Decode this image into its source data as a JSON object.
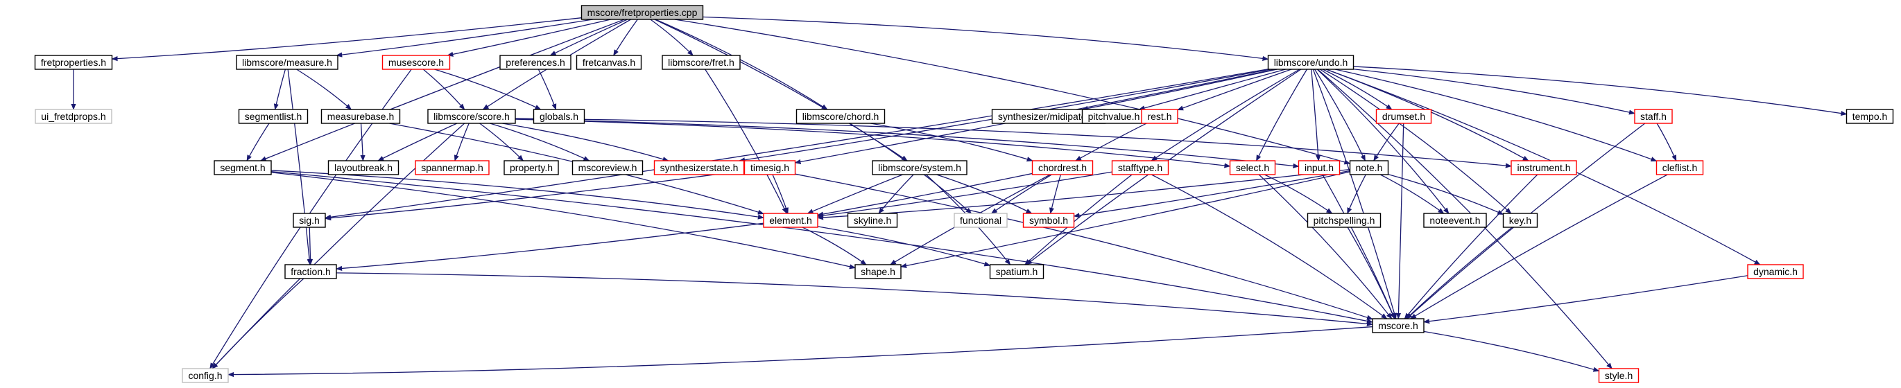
{
  "colors": {
    "edge": "#191970",
    "border_documented": "#000000",
    "border_undocumented": "#ff0000",
    "border_external": "#bfbfbf",
    "root_fill": "#bfbfbf",
    "label_external": "#9a9a9a"
  },
  "nodes": [
    {
      "id": "root",
      "label": "mscore/fretproperties.cpp",
      "kind": "root"
    },
    {
      "id": "fretproperties_h",
      "label": "fretproperties.h",
      "kind": "documented"
    },
    {
      "id": "ui_fretdprops_h",
      "label": "ui_fretdprops.h",
      "kind": "external"
    },
    {
      "id": "measure_h",
      "label": "libmscore/measure.h",
      "kind": "documented"
    },
    {
      "id": "musescore_h",
      "label": "musescore.h",
      "kind": "undocumented"
    },
    {
      "id": "preferences_h",
      "label": "preferences.h",
      "kind": "documented"
    },
    {
      "id": "fretcanvas_h",
      "label": "fretcanvas.h",
      "kind": "documented"
    },
    {
      "id": "fret_h",
      "label": "libmscore/fret.h",
      "kind": "documented"
    },
    {
      "id": "undo_h",
      "label": "libmscore/undo.h",
      "kind": "documented"
    },
    {
      "id": "segmentlist_h",
      "label": "segmentlist.h",
      "kind": "documented"
    },
    {
      "id": "measurebase_h",
      "label": "measurebase.h",
      "kind": "documented"
    },
    {
      "id": "score_h",
      "label": "libmscore/score.h",
      "kind": "documented"
    },
    {
      "id": "globals_h",
      "label": "globals.h",
      "kind": "documented"
    },
    {
      "id": "chord_h",
      "label": "libmscore/chord.h",
      "kind": "documented"
    },
    {
      "id": "midipatch_h",
      "label": "synthesizer/midipatch.h",
      "kind": "documented"
    },
    {
      "id": "pitchvalue_h",
      "label": "pitchvalue.h",
      "kind": "documented"
    },
    {
      "id": "rest_h",
      "label": "rest.h",
      "kind": "undocumented"
    },
    {
      "id": "drumset_h",
      "label": "drumset.h",
      "kind": "undocumented"
    },
    {
      "id": "staff_h",
      "label": "staff.h",
      "kind": "undocumented"
    },
    {
      "id": "tempo_h",
      "label": "tempo.h",
      "kind": "documented"
    },
    {
      "id": "segment_h",
      "label": "segment.h",
      "kind": "documented"
    },
    {
      "id": "layoutbreak_h",
      "label": "layoutbreak.h",
      "kind": "documented"
    },
    {
      "id": "spannermap_h",
      "label": "spannermap.h",
      "kind": "undocumented"
    },
    {
      "id": "property_h",
      "label": "property.h",
      "kind": "documented"
    },
    {
      "id": "mscoreview_h",
      "label": "mscoreview.h",
      "kind": "documented"
    },
    {
      "id": "synthesizerstate_h",
      "label": "synthesizerstate.h",
      "kind": "undocumented"
    },
    {
      "id": "timesig_h",
      "label": "timesig.h",
      "kind": "undocumented"
    },
    {
      "id": "system_h",
      "label": "libmscore/system.h",
      "kind": "documented"
    },
    {
      "id": "chordrest_h",
      "label": "chordrest.h",
      "kind": "undocumented"
    },
    {
      "id": "stafftype_h",
      "label": "stafftype.h",
      "kind": "undocumented"
    },
    {
      "id": "select_h",
      "label": "select.h",
      "kind": "undocumented"
    },
    {
      "id": "input_h",
      "label": "input.h",
      "kind": "undocumented"
    },
    {
      "id": "note_h",
      "label": "note.h",
      "kind": "documented"
    },
    {
      "id": "instrument_h",
      "label": "instrument.h",
      "kind": "undocumented"
    },
    {
      "id": "cleflist_h",
      "label": "cleflist.h",
      "kind": "undocumented"
    },
    {
      "id": "sig_h",
      "label": "sig.h",
      "kind": "documented"
    },
    {
      "id": "element_h",
      "label": "element.h",
      "kind": "undocumented"
    },
    {
      "id": "skyline_h",
      "label": "skyline.h",
      "kind": "documented"
    },
    {
      "id": "functional",
      "label": "functional",
      "kind": "external"
    },
    {
      "id": "symbol_h",
      "label": "symbol.h",
      "kind": "undocumented"
    },
    {
      "id": "pitchspelling_h",
      "label": "pitchspelling.h",
      "kind": "documented"
    },
    {
      "id": "noteevent_h",
      "label": "noteevent.h",
      "kind": "documented"
    },
    {
      "id": "key_h",
      "label": "key.h",
      "kind": "documented"
    },
    {
      "id": "fraction_h",
      "label": "fraction.h",
      "kind": "documented"
    },
    {
      "id": "shape_h",
      "label": "shape.h",
      "kind": "documented"
    },
    {
      "id": "spatium_h",
      "label": "spatium.h",
      "kind": "documented"
    },
    {
      "id": "dynamic_h",
      "label": "dynamic.h",
      "kind": "undocumented"
    },
    {
      "id": "mscore_h",
      "label": "mscore.h",
      "kind": "documented"
    },
    {
      "id": "config_h",
      "label": "config.h",
      "kind": "external"
    },
    {
      "id": "style_h",
      "label": "style.h",
      "kind": "undocumented"
    }
  ],
  "edges": [
    [
      "root",
      "fretproperties_h"
    ],
    [
      "root",
      "measure_h"
    ],
    [
      "root",
      "musescore_h"
    ],
    [
      "root",
      "preferences_h"
    ],
    [
      "root",
      "fretcanvas_h"
    ],
    [
      "root",
      "fret_h"
    ],
    [
      "root",
      "undo_h"
    ],
    [
      "root",
      "score_h"
    ],
    [
      "root",
      "segment_h"
    ],
    [
      "root",
      "chord_h"
    ],
    [
      "root",
      "system_h"
    ],
    [
      "root",
      "note_h"
    ],
    [
      "fretproperties_h",
      "ui_fretdprops_h"
    ],
    [
      "measure_h",
      "segmentlist_h"
    ],
    [
      "measure_h",
      "measurebase_h"
    ],
    [
      "measure_h",
      "fraction_h"
    ],
    [
      "musescore_h",
      "score_h"
    ],
    [
      "musescore_h",
      "globals_h"
    ],
    [
      "musescore_h",
      "config_h"
    ],
    [
      "preferences_h",
      "globals_h"
    ],
    [
      "fret_h",
      "element_h"
    ],
    [
      "undo_h",
      "midipatch_h"
    ],
    [
      "undo_h",
      "pitchvalue_h"
    ],
    [
      "undo_h",
      "rest_h"
    ],
    [
      "undo_h",
      "drumset_h"
    ],
    [
      "undo_h",
      "staff_h"
    ],
    [
      "undo_h",
      "tempo_h"
    ],
    [
      "undo_h",
      "synthesizerstate_h"
    ],
    [
      "undo_h",
      "timesig_h"
    ],
    [
      "undo_h",
      "stafftype_h"
    ],
    [
      "undo_h",
      "select_h"
    ],
    [
      "undo_h",
      "input_h"
    ],
    [
      "undo_h",
      "note_h"
    ],
    [
      "undo_h",
      "instrument_h"
    ],
    [
      "undo_h",
      "cleflist_h"
    ],
    [
      "undo_h",
      "noteevent_h"
    ],
    [
      "undo_h",
      "key_h"
    ],
    [
      "undo_h",
      "dynamic_h"
    ],
    [
      "undo_h",
      "mscore_h"
    ],
    [
      "undo_h",
      "style_h"
    ],
    [
      "undo_h",
      "spatium_h"
    ],
    [
      "undo_h",
      "sig_h"
    ],
    [
      "segmentlist_h",
      "segment_h"
    ],
    [
      "measurebase_h",
      "layoutbreak_h"
    ],
    [
      "measurebase_h",
      "element_h"
    ],
    [
      "score_h",
      "layoutbreak_h"
    ],
    [
      "score_h",
      "spannermap_h"
    ],
    [
      "score_h",
      "property_h"
    ],
    [
      "score_h",
      "mscoreview_h"
    ],
    [
      "score_h",
      "synthesizerstate_h"
    ],
    [
      "score_h",
      "select_h"
    ],
    [
      "score_h",
      "input_h"
    ],
    [
      "score_h",
      "instrument_h"
    ],
    [
      "score_h",
      "config_h"
    ],
    [
      "chord_h",
      "chordrest_h"
    ],
    [
      "chord_h",
      "functional"
    ],
    [
      "rest_h",
      "chordrest_h"
    ],
    [
      "drumset_h",
      "note_h"
    ],
    [
      "drumset_h",
      "mscore_h"
    ],
    [
      "staff_h",
      "cleflist_h"
    ],
    [
      "staff_h",
      "mscore_h"
    ],
    [
      "segment_h",
      "element_h"
    ],
    [
      "segment_h",
      "shape_h"
    ],
    [
      "segment_h",
      "mscore_h"
    ],
    [
      "timesig_h",
      "element_h"
    ],
    [
      "timesig_h",
      "sig_h"
    ],
    [
      "timesig_h",
      "mscore_h"
    ],
    [
      "system_h",
      "element_h"
    ],
    [
      "system_h",
      "skyline_h"
    ],
    [
      "system_h",
      "symbol_h"
    ],
    [
      "system_h",
      "spatium_h"
    ],
    [
      "chordrest_h",
      "element_h"
    ],
    [
      "chordrest_h",
      "symbol_h"
    ],
    [
      "chordrest_h",
      "functional"
    ],
    [
      "chordrest_h",
      "shape_h"
    ],
    [
      "stafftype_h",
      "element_h"
    ],
    [
      "stafftype_h",
      "mscore_h"
    ],
    [
      "stafftype_h",
      "spatium_h"
    ],
    [
      "select_h",
      "pitchspelling_h"
    ],
    [
      "select_h",
      "mscore_h"
    ],
    [
      "input_h",
      "mscore_h"
    ],
    [
      "note_h",
      "element_h"
    ],
    [
      "note_h",
      "symbol_h"
    ],
    [
      "note_h",
      "pitchspelling_h"
    ],
    [
      "note_h",
      "noteevent_h"
    ],
    [
      "note_h",
      "key_h"
    ],
    [
      "note_h",
      "shape_h"
    ],
    [
      "instrument_h",
      "mscore_h"
    ],
    [
      "cleflist_h",
      "mscore_h"
    ],
    [
      "sig_h",
      "fraction_h"
    ],
    [
      "element_h",
      "fraction_h"
    ],
    [
      "element_h",
      "shape_h"
    ],
    [
      "element_h",
      "spatium_h"
    ],
    [
      "pitchspelling_h",
      "mscore_h"
    ],
    [
      "key_h",
      "mscore_h"
    ],
    [
      "fraction_h",
      "config_h"
    ],
    [
      "fraction_h",
      "mscore_h"
    ],
    [
      "dynamic_h",
      "mscore_h"
    ],
    [
      "mscore_h",
      "config_h"
    ],
    [
      "mscore_h",
      "style_h"
    ]
  ]
}
